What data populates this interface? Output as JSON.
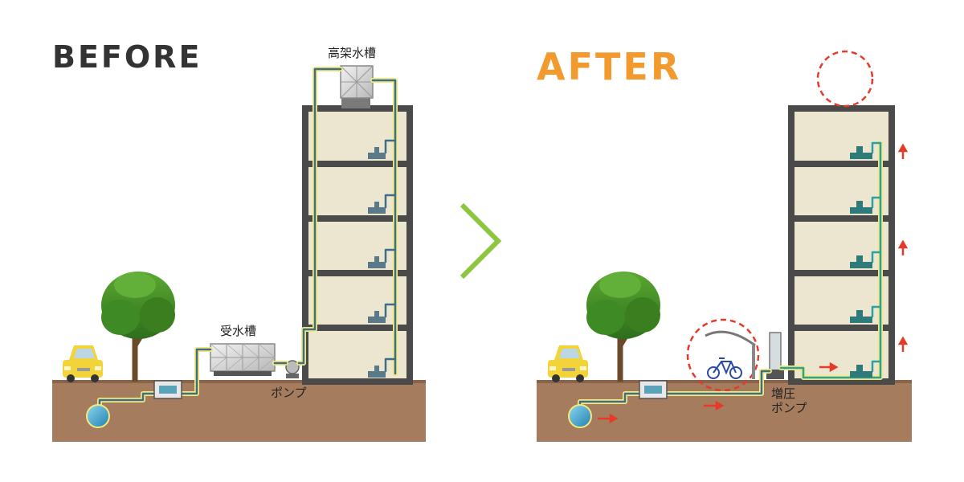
{
  "before": {
    "heading": "BEFORE",
    "labels": {
      "elevated_tank": "高架水槽",
      "receiving_tank": "受水槽",
      "pump": "ポンプ"
    }
  },
  "after": {
    "heading": "AFTER",
    "labels": {
      "booster_pump_line1": "増圧",
      "booster_pump_line2": "ポンプ"
    }
  },
  "colors": {
    "before_heading": "#333333",
    "after_heading": "#f29a2e",
    "ground": "#a67c5e",
    "building_fill": "#ece5cf",
    "building_frame": "#4a4a4a",
    "pipe": "#3d6f8a",
    "pipe_glow": "#f4e97a",
    "water_meter_pipe": "#7fcfcf",
    "accent_red": "#e53a2a",
    "chevron": "#8cc63f",
    "tree": "#3e8a24",
    "car": "#f2d43a"
  }
}
